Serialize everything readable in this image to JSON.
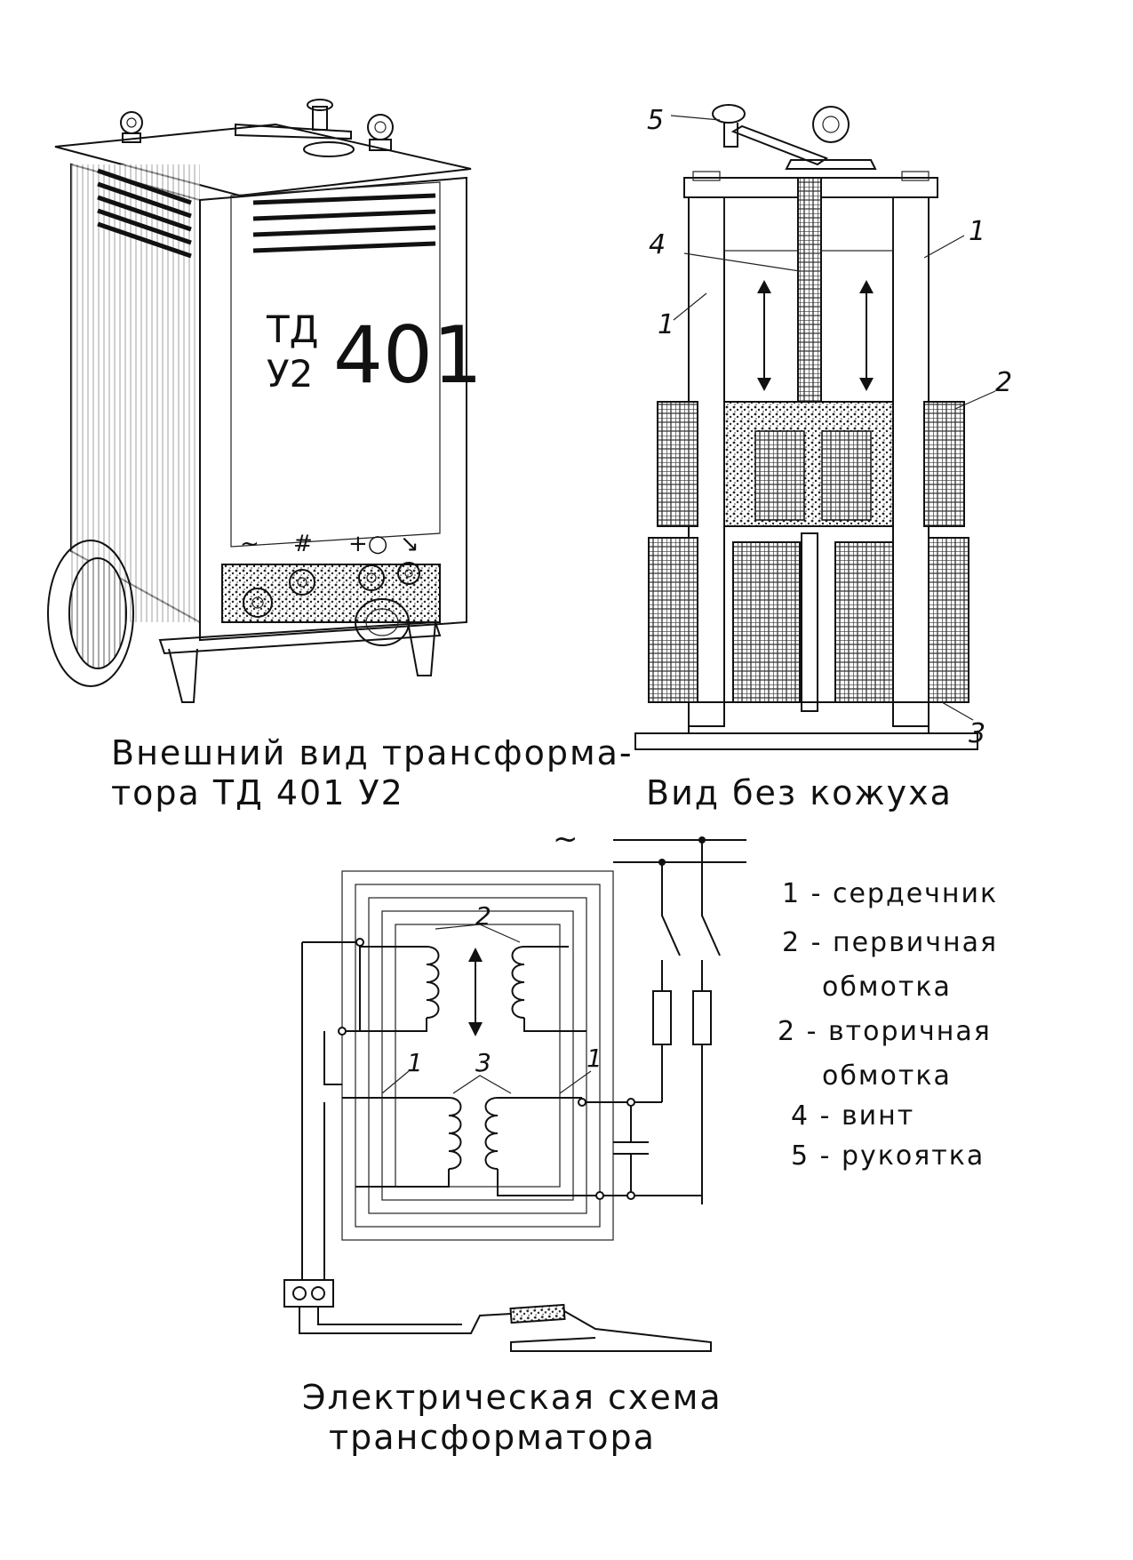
{
  "figure1": {
    "caption_line1": "Внешний вид трансформа-",
    "caption_line2": "тора ТД 401 У2",
    "panel_model_letters1": "ТД",
    "panel_model_letters2": "У2",
    "panel_model_number": "401",
    "panel_symbols": [
      "~",
      "#",
      "+○",
      "↘"
    ]
  },
  "figure2": {
    "caption": "Вид без кожуха",
    "callouts": [
      "1",
      "1",
      "2",
      "3",
      "4",
      "5"
    ]
  },
  "figure3": {
    "caption_line1": "Электрическая схема",
    "caption_line2": "трансформатора",
    "ac_symbol": "~",
    "callouts": [
      "1",
      "1",
      "2",
      "3"
    ]
  },
  "legend": {
    "items": [
      "1 - сердечник",
      "2 - первичная",
      "обмотка",
      "2 - вторичная",
      "обмотка",
      "4 - винт",
      "5 - рукоятка"
    ]
  },
  "colors": {
    "ink": "#111111",
    "paper": "#ffffff"
  }
}
